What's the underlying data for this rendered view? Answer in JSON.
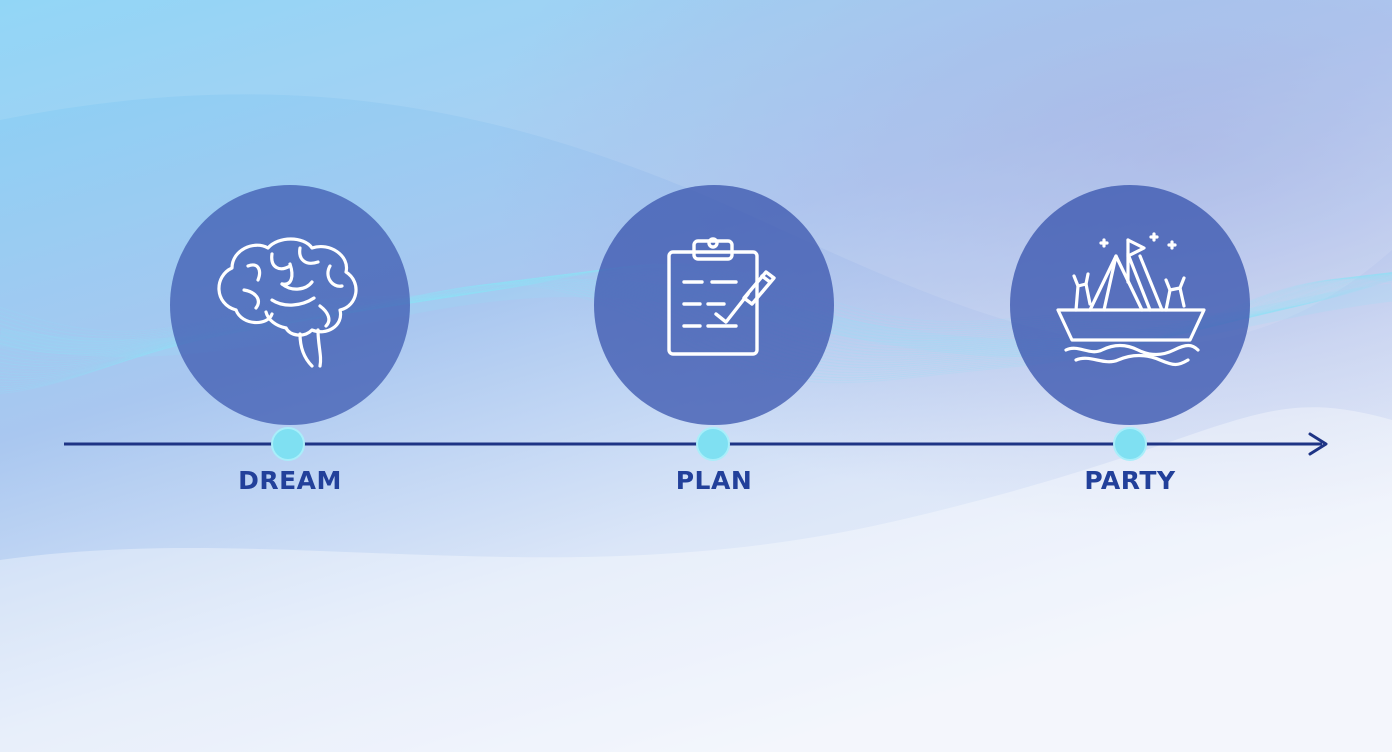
{
  "colors": {
    "background_top": "#86d2f5",
    "background_bottom": "#eaf0fa",
    "circle_fill": "#3d59b0",
    "icon_stroke": "#ffffff",
    "timeline": "#1e3485",
    "marker": "#7fe0f2",
    "label": "#22409a",
    "wave": "#8fe3f7"
  },
  "steps": [
    {
      "label": "DREAM",
      "icon": "brain-icon"
    },
    {
      "label": "PLAN",
      "icon": "clipboard-check-icon"
    },
    {
      "label": "PARTY",
      "icon": "celebration-boat-icon"
    }
  ],
  "timeline": {
    "direction": "left-to-right",
    "arrowhead": "right"
  }
}
